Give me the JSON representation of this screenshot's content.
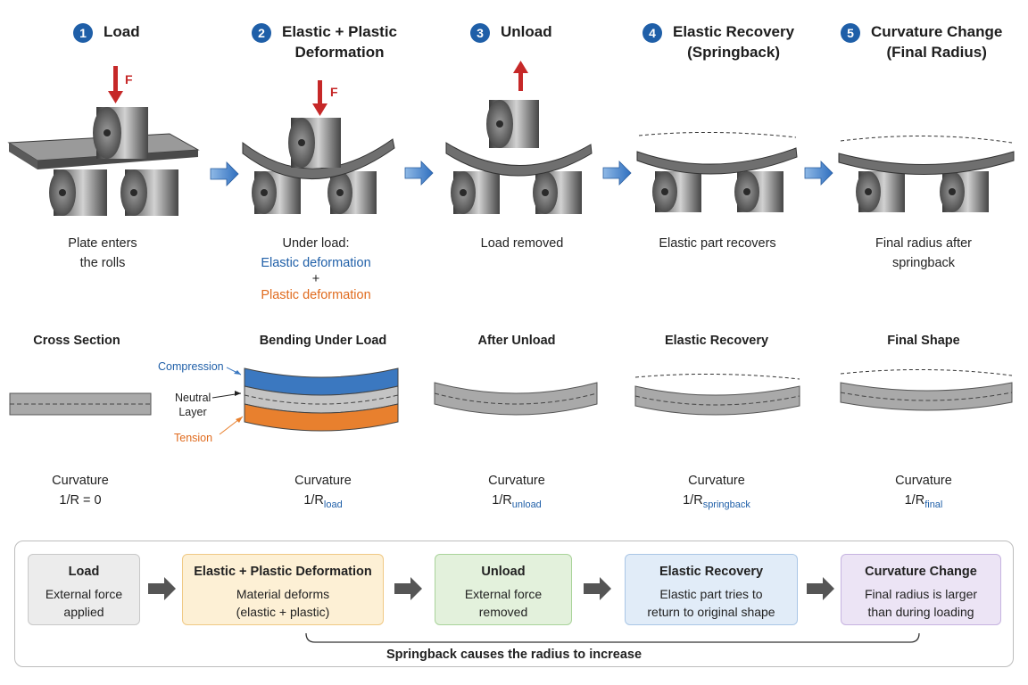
{
  "stages": [
    {
      "num": "1",
      "title_l1": "Load",
      "title_l2": "",
      "caption_l1": "Plate enters",
      "caption_l2": "the rolls"
    },
    {
      "num": "2",
      "title_l1": "Elastic + Plastic",
      "title_l2": "Deformation",
      "caption_l1": "Under load:",
      "caption_blue": "Elastic deformation",
      "caption_plus": "+",
      "caption_orange": "Plastic deformation"
    },
    {
      "num": "3",
      "title_l1": "Unload",
      "title_l2": "",
      "caption_l1": "Load removed",
      "caption_l2": ""
    },
    {
      "num": "4",
      "title_l1": "Elastic Recovery",
      "title_l2": "(Springback)",
      "caption_l1": "Elastic part recovers",
      "caption_l2": ""
    },
    {
      "num": "5",
      "title_l1": "Curvature Change",
      "title_l2": "(Final Radius)",
      "caption_l1": "Final radius after",
      "caption_l2": "springback"
    }
  ],
  "force_label": "F",
  "sections": [
    {
      "title": "Cross Section",
      "curv_l1": "Curvature",
      "curv_main": "1/R = 0",
      "curv_sub": ""
    },
    {
      "title": "Bending Under Load",
      "curv_l1": "Curvature",
      "curv_main": "1/R",
      "curv_sub": "load"
    },
    {
      "title": "After Unload",
      "curv_l1": "Curvature",
      "curv_main": "1/R",
      "curv_sub": "unload"
    },
    {
      "title": "Elastic Recovery",
      "curv_l1": "Curvature",
      "curv_main": "1/R",
      "curv_sub": "springback"
    },
    {
      "title": "Final Shape",
      "curv_l1": "Curvature",
      "curv_main": "1/R",
      "curv_sub": "final"
    }
  ],
  "layer_labels": {
    "compression": "Compression",
    "neutral_l1": "Neutral",
    "neutral_l2": "Layer",
    "tension": "Tension"
  },
  "flow": [
    {
      "title": "Load",
      "d1": "External force",
      "d2": "applied",
      "bg": "#ececec",
      "border": "#c8c8c8"
    },
    {
      "title": "Elastic + Plastic Deformation",
      "d1": "Material deforms",
      "d2": "(elastic + plastic)",
      "bg": "#fdf0d5",
      "border": "#f0c985"
    },
    {
      "title": "Unload",
      "d1": "External force",
      "d2": "removed",
      "bg": "#e3f1dc",
      "border": "#a9d39a"
    },
    {
      "title": "Elastic Recovery",
      "d1": "Elastic part tries to",
      "d2": "return to original shape",
      "bg": "#e1ecf8",
      "border": "#a9c6e6"
    },
    {
      "title": "Curvature Change",
      "d1": "Final radius is larger",
      "d2": "than during loading",
      "bg": "#ece4f5",
      "border": "#c6b3e0"
    }
  ],
  "springback_note": "Springback causes the radius to increase",
  "colors": {
    "accent_blue": "#1f5fa8",
    "accent_orange": "#e06b1e",
    "force_red": "#c62828",
    "arrow_blue": "#3d82cf"
  }
}
